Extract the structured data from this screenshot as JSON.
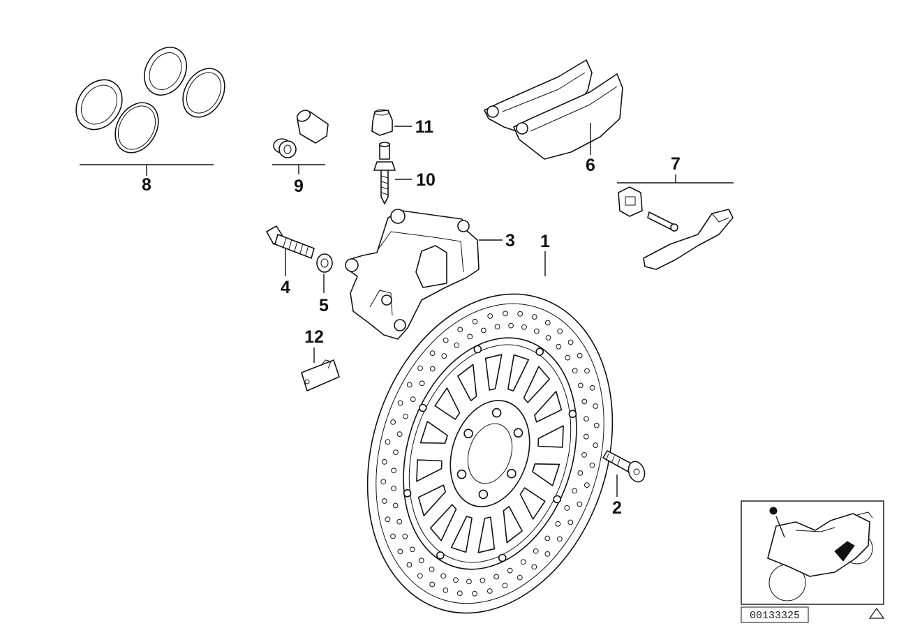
{
  "callouts": {
    "c1": "1",
    "c2": "2",
    "c3": "3",
    "c4": "4",
    "c5": "5",
    "c6": "6",
    "c7": "7",
    "c8": "8",
    "c9": "9",
    "c10": "10",
    "c11": "11",
    "c12": "12"
  },
  "drawing_number": "00133325",
  "colors": {
    "ink": "#111111",
    "paper": "#ffffff"
  },
  "icons": [
    "warning-triangle-icon",
    "motorcycle-thumbnail-icon"
  ]
}
